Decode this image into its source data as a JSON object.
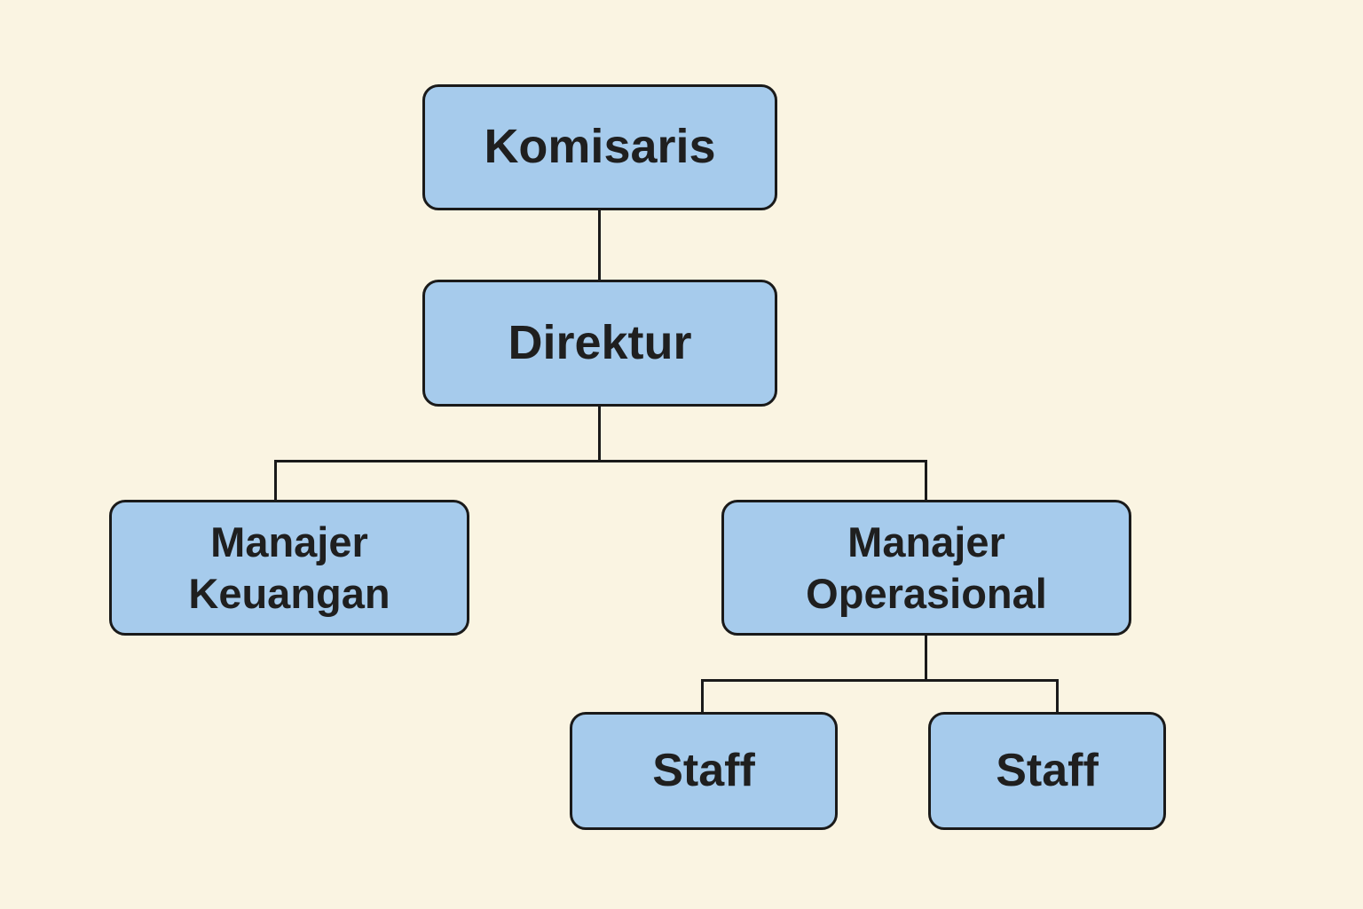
{
  "diagram": {
    "type": "org-chart",
    "language": "Indonesian"
  },
  "nodes": {
    "komisaris": {
      "label": "Komisaris",
      "level": 1
    },
    "direktur": {
      "label": "Direktur",
      "level": 2
    },
    "manajer_keuangan": {
      "label": "Manajer Keuangan",
      "level": 3
    },
    "manajer_operasional": {
      "label": "Manajer Operasional",
      "level": 3
    },
    "staff_1": {
      "label": "Staff",
      "level": 4
    },
    "staff_2": {
      "label": "Staff",
      "level": 4
    }
  },
  "edges": [
    {
      "from": "komisaris",
      "to": "direktur"
    },
    {
      "from": "direktur",
      "to": "manajer_keuangan"
    },
    {
      "from": "direktur",
      "to": "manajer_operasional"
    },
    {
      "from": "manajer_operasional",
      "to": "staff_1"
    },
    {
      "from": "manajer_operasional",
      "to": "staff_2"
    }
  ],
  "colors": {
    "background": "#FAF4E2",
    "node_fill": "#A6CBEC",
    "node_border": "#1A1A1A",
    "connector": "#1A1A1A",
    "text": "#1F1F1F"
  }
}
